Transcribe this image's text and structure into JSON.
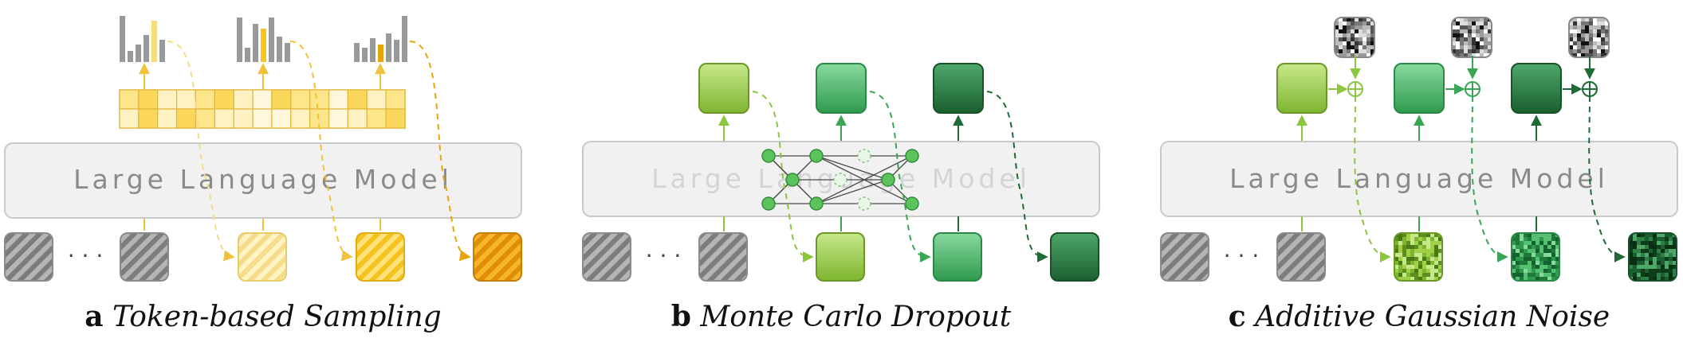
{
  "panels": [
    {
      "llm_label": "Large Language Model",
      "caption_letter": "a",
      "caption_title": "Token-based Sampling"
    },
    {
      "llm_label": "Large Language Model",
      "caption_letter": "b",
      "caption_title": "Monte Carlo Dropout"
    },
    {
      "llm_label": "Large Language Model",
      "caption_letter": "c",
      "caption_title": "Additive Gaussian Noise"
    }
  ],
  "ellipsis": "· · ·",
  "colors": {
    "yellow_accent": "#f5b800",
    "gray_token": "#8c8c8c",
    "green_light": "#8cc63f",
    "green_mid": "#3aa655",
    "green_dark": "#1e6b35",
    "llm_box": "#f1f1f1"
  }
}
